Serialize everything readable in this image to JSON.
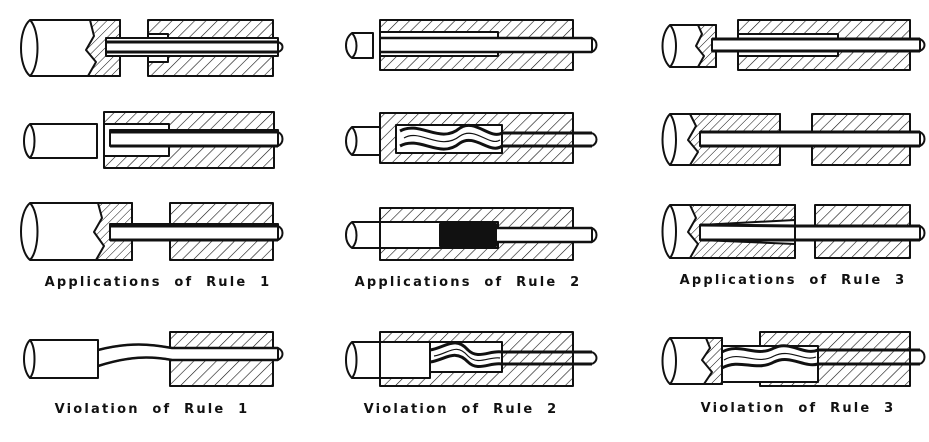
{
  "captions": {
    "applications_rule_1": "Applications of Rule 1",
    "applications_rule_2": "Applications of Rule 2",
    "applications_rule_3": "Applications of Rule 3",
    "violation_rule_1": "Violation of Rule 1",
    "violation_rule_2": "Violation of Rule 2",
    "violation_rule_3": "Violation of Rule 3"
  },
  "colors": {
    "ink": "#111111",
    "paper": "#ffffff"
  }
}
